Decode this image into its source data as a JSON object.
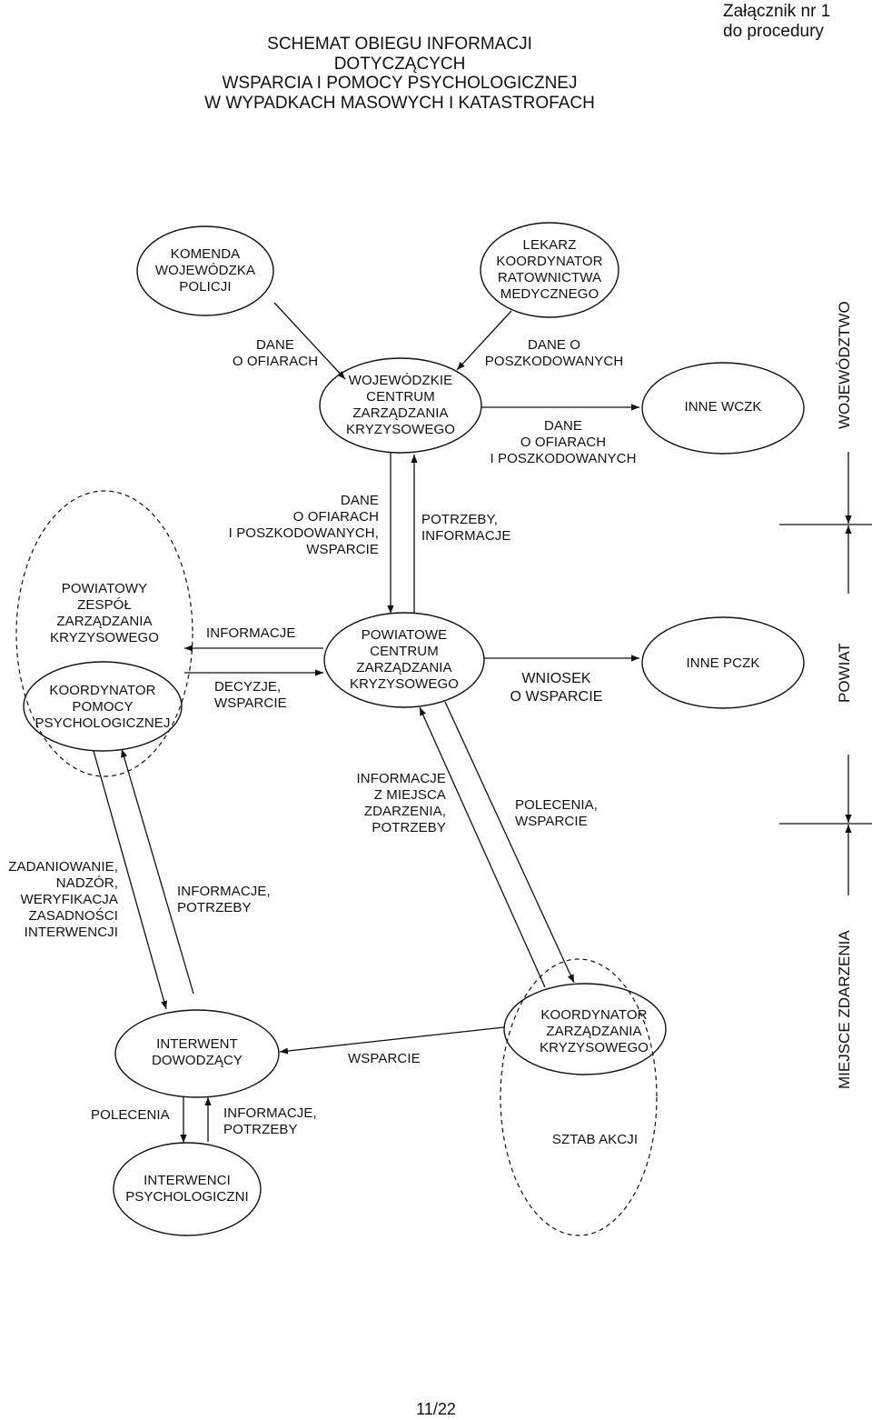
{
  "title_lines": [
    "SCHEMAT OBIEGU INFORMACJI",
    "DOTYCZĄCYCH",
    "WSPARCIA  I POMOCY PSYCHOLOGICZNEJ",
    "W WYPADKACH MASOWYCH I KATASTROFACH"
  ],
  "annex_lines": [
    "Załącznik nr 1",
    "do procedury"
  ],
  "levels": {
    "wojewodztwo": "WOJEWÓDZTWO",
    "powiat": "POWIAT",
    "miejsce": "MIEJSCE ZDARZENIA"
  },
  "nodes": {
    "komenda": [
      "KOMENDA",
      "WOJEWÓDZKA",
      "POLICJI"
    ],
    "lekarz": [
      "LEKARZ",
      "KOORDYNATOR",
      "RATOWNICTWA",
      "MEDYCZNEGO"
    ],
    "wczk": [
      "WOJEWÓDZKIE",
      "CENTRUM",
      "ZARZĄDZANIA",
      "KRYZYSOWEGO"
    ],
    "inne_wczk": [
      "INNE WCZK"
    ],
    "pczk": [
      "POWIATOWE",
      "CENTRUM",
      "ZARZĄDZANIA",
      "KRYZYSOWEGO"
    ],
    "inne_pczk": [
      "INNE PCZK"
    ],
    "pzzk": [
      "POWIATOWY",
      "ZESPÓŁ",
      "ZARZĄDZANIA",
      "KRYZYSOWEGO"
    ],
    "koord_psych": [
      "KOORDYNATOR",
      "POMOCY",
      "PSYCHOLOGICZNEJ"
    ],
    "koord_zk": [
      "KOORDYNATOR",
      "ZARZĄDZANIA",
      "KRYZYSOWEGO"
    ],
    "sztab": [
      "SZTAB AKCJI"
    ],
    "interwent": [
      "INTERWENT",
      "DOWODZĄCY"
    ],
    "interwenci": [
      "INTERWENCI",
      "PSYCHOLOGICZNI"
    ]
  },
  "labels": {
    "dane_o_ofiarach": [
      "DANE",
      "O OFIARACH"
    ],
    "dane_o_poszkodowanych": [
      "DANE O",
      "POSZKODOWANYCH"
    ],
    "dane_ofiary_poszk": [
      "DANE",
      "O OFIARACH",
      "I POSZKODOWANYCH"
    ],
    "dane_wsparcie": [
      "DANE",
      "O OFIARACH",
      "I POSZKODOWANYCH,",
      "WSPARCIE"
    ],
    "potrzeby_informacje": [
      "POTRZEBY,",
      "INFORMACJE"
    ],
    "informacje": [
      "INFORMACJE"
    ],
    "decyzje": [
      "DECYZJE,",
      "WSPARCIE"
    ],
    "wniosek": [
      "WNIOSEK",
      "O WSPARCIE"
    ],
    "informacje_miejsce": [
      "INFORMACJE",
      "Z MIEJSCA",
      "ZDARZENIA,",
      "POTRZEBY"
    ],
    "polecenia_wsparcie": [
      "POLECENIA,",
      "WSPARCIE"
    ],
    "zadaniowanie": [
      "ZADANIOWANIE,",
      "NADZÓR,",
      "WERYFIKACJA",
      "ZASADNOŚCI",
      "INTERWENCJI"
    ],
    "informacje_potrzeby": [
      "INFORMACJE,",
      "POTRZEBY"
    ],
    "wsparcie": [
      "WSPARCIE"
    ],
    "polecenia": [
      "POLECENIA"
    ],
    "informacje_potrzeby_2": [
      "INFORMACJE,",
      "POTRZEBY"
    ]
  },
  "page_number": "11/22"
}
